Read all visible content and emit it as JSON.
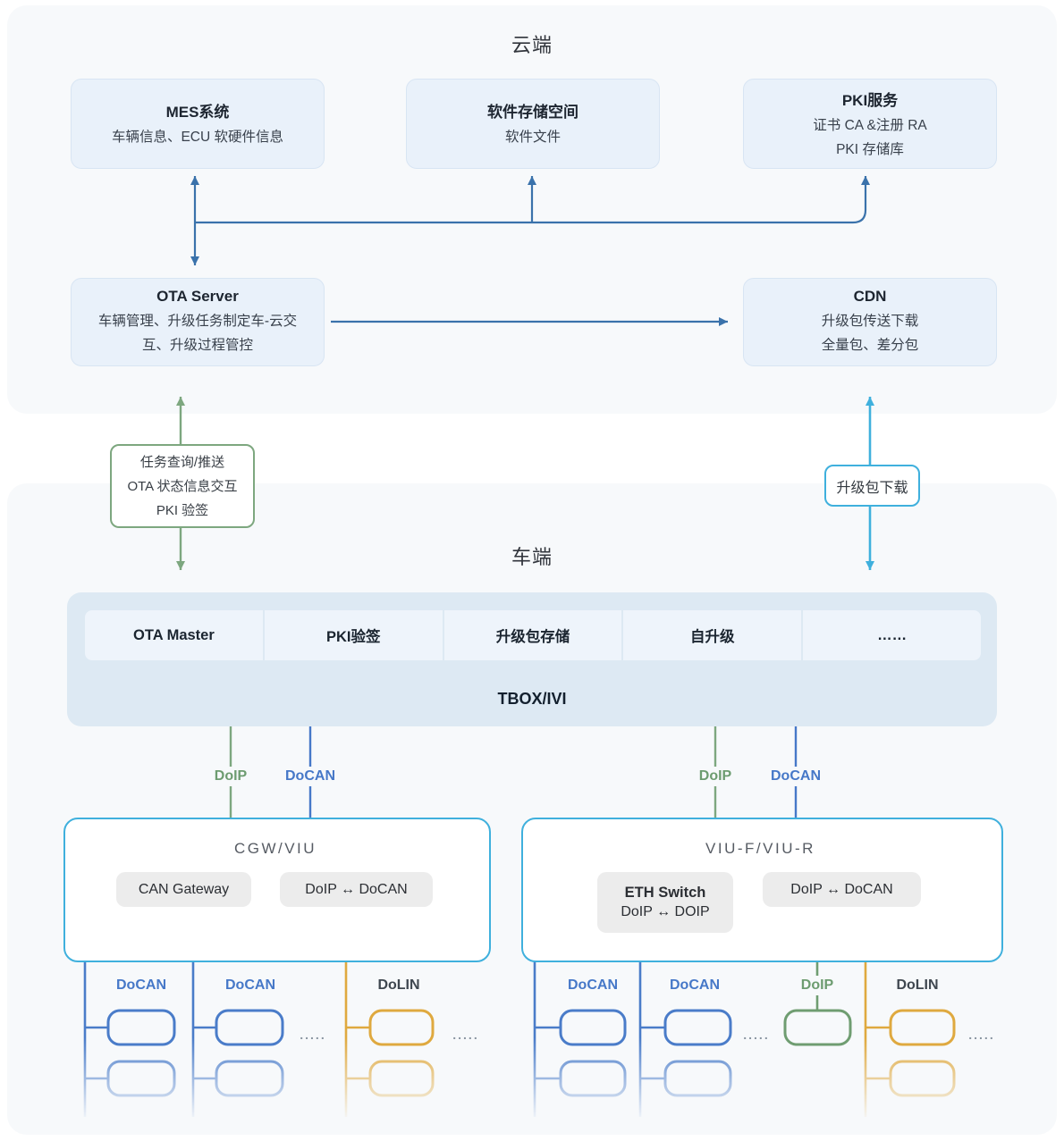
{
  "colors": {
    "panel_bg": "#f7f9fb",
    "cloud_box_bg": "#e9f1fa",
    "arrow_blue": "#3a72ab",
    "link_green": "#7da77f",
    "link_cyan": "#3fb0dd",
    "docan_blue": "#4678c8",
    "doip_green": "#6f9d71",
    "dolin_yellow": "#dfa93f",
    "tbox_band_bg": "#dde9f3"
  },
  "cloud": {
    "title": "云端",
    "mes": {
      "title": "MES系统",
      "line1": "车辆信息、ECU 软硬件信息"
    },
    "storage": {
      "title": "软件存储空间",
      "line1": "软件文件"
    },
    "pki": {
      "title": "PKI服务",
      "line1": "证书 CA &注册 RA",
      "line2": "PKI 存储库"
    },
    "ota_server": {
      "title": "OTA Server",
      "line1": "车辆管理、升级任务制定车-云交",
      "line2": "互、升级过程管控"
    },
    "cdn": {
      "title": "CDN",
      "line1": "升级包传送下载",
      "line2": "全量包、差分包"
    }
  },
  "cloud_vehicle_links": {
    "task_box": {
      "line1": "任务查询/推送",
      "line2": "OTA 状态信息交互",
      "line3": "PKI 验签"
    },
    "package_box": {
      "label": "升级包下载"
    }
  },
  "vehicle": {
    "title": "车端",
    "tbox": {
      "modules": [
        "OTA Master",
        "PKI验签",
        "升级包存储",
        "自升级",
        "……"
      ],
      "label": "TBOX/IVI"
    },
    "gateway_links_left": {
      "doip": "DoIP",
      "docan": "DoCAN"
    },
    "gateway_links_right": {
      "doip": "DoIP",
      "docan": "DoCAN"
    },
    "cgw": {
      "title": "CGW/VIU",
      "pill1": "CAN Gateway",
      "pill2": "DoIP ↔ DoCAN"
    },
    "viu": {
      "title": "VIU-F/VIU-R",
      "pill1_line1": "ETH Switch",
      "pill1_line2": "DoIP ↔ DOIP",
      "pill2": "DoIP ↔ DoCAN"
    },
    "buses_left": {
      "labels": [
        "DoCAN",
        "DoCAN",
        "DoLIN"
      ],
      "dots1": ".....",
      "dots2": "....."
    },
    "buses_right": {
      "labels": [
        "DoCAN",
        "DoCAN",
        "DoIP",
        "DoLIN"
      ],
      "dots1": ".....",
      "dots2": "....."
    }
  }
}
